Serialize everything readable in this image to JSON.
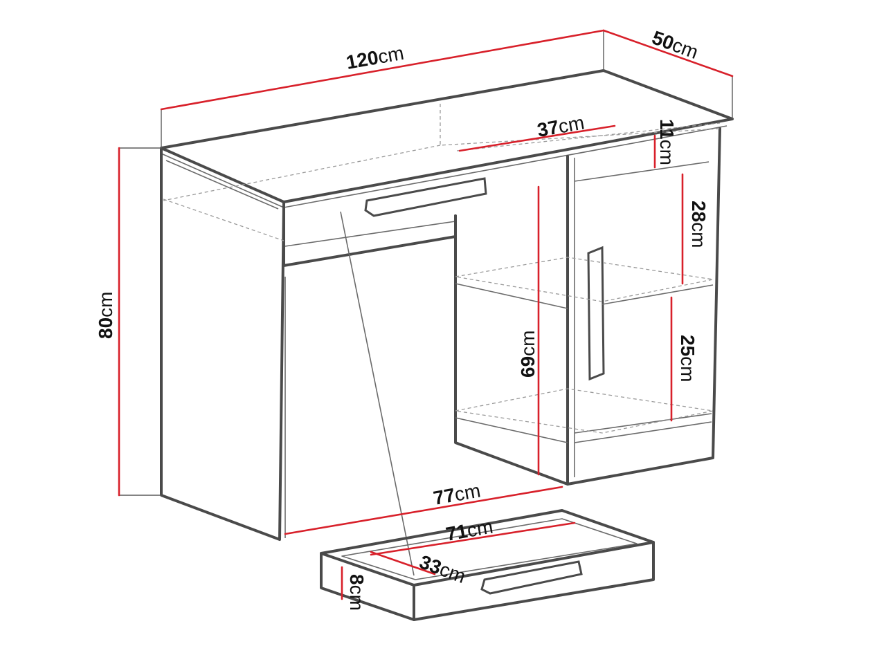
{
  "dimensions": {
    "width": {
      "value": "120",
      "unit": "cm"
    },
    "depth": {
      "value": "50",
      "unit": "cm"
    },
    "height": {
      "value": "80",
      "unit": "cm"
    },
    "shelf_depth": {
      "value": "37",
      "unit": "cm"
    },
    "top_compartment": {
      "value": "11",
      "unit": "cm"
    },
    "middle_compartment": {
      "value": "28",
      "unit": "cm"
    },
    "lower_compartment": {
      "value": "25",
      "unit": "cm"
    },
    "knee_height": {
      "value": "69",
      "unit": "cm"
    },
    "knee_width": {
      "value": "77",
      "unit": "cm"
    },
    "drawer_width": {
      "value": "71",
      "unit": "cm"
    },
    "drawer_depth": {
      "value": "33",
      "unit": "cm"
    },
    "drawer_height": {
      "value": "8",
      "unit": "cm"
    }
  },
  "colors": {
    "outline": "#4a4a4a",
    "dimension_line": "#d8202a",
    "text": "#111111",
    "background": "#ffffff"
  }
}
